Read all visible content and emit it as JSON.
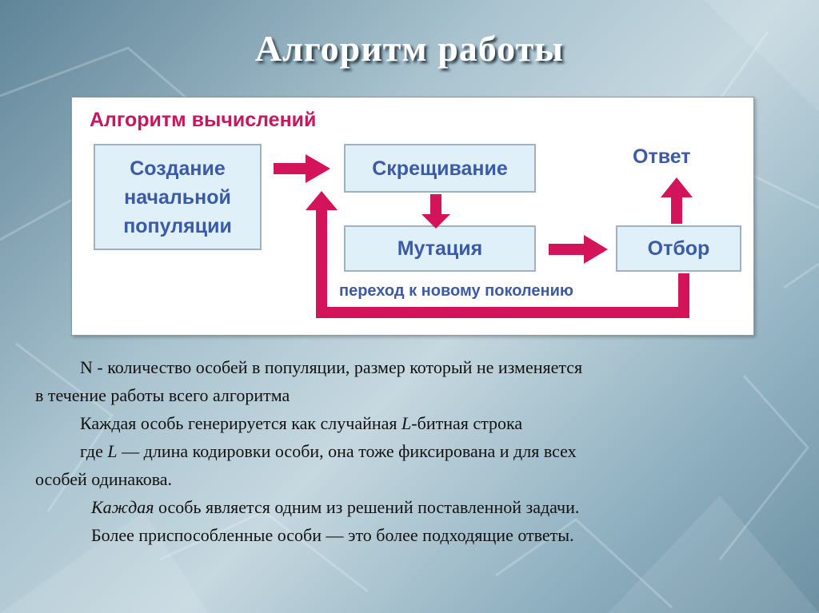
{
  "slide": {
    "title": "Алгоритм работы"
  },
  "diagram": {
    "heading": "Алгоритм вычислений",
    "create_line1": "Создание",
    "create_line2": "начальной",
    "create_line3": "популяции",
    "crossover": "Скрещивание",
    "mutation": "Мутация",
    "selection": "Отбор",
    "answer": "Ответ",
    "loop_label": "переход к новому поколению",
    "arrow_color": "#d4145a",
    "box_fill": "#dff0f8",
    "box_text_color": "#3b5aa8",
    "heading_color": "#c8165f"
  },
  "text": {
    "p1_a": "N - количество особей в популяции, размер который не изменяется",
    "p1_b": "в течение работы всего алгоритма",
    "p2_a": "Каждая особь генерируется как случайная ",
    "p2_var": "L",
    "p2_b": "-битная строка",
    "p3_a": "где ",
    "p3_var": "L",
    "p3_b": " — длина кодировки особи, она тоже фиксирована и для всех",
    "p3_c": "особей одинакова.",
    "p4_em": "Каждая",
    "p4_b": " особь является одним из решений поставленной задачи.",
    "p5": "Более приспособленные особи — это более подходящие ответы."
  }
}
